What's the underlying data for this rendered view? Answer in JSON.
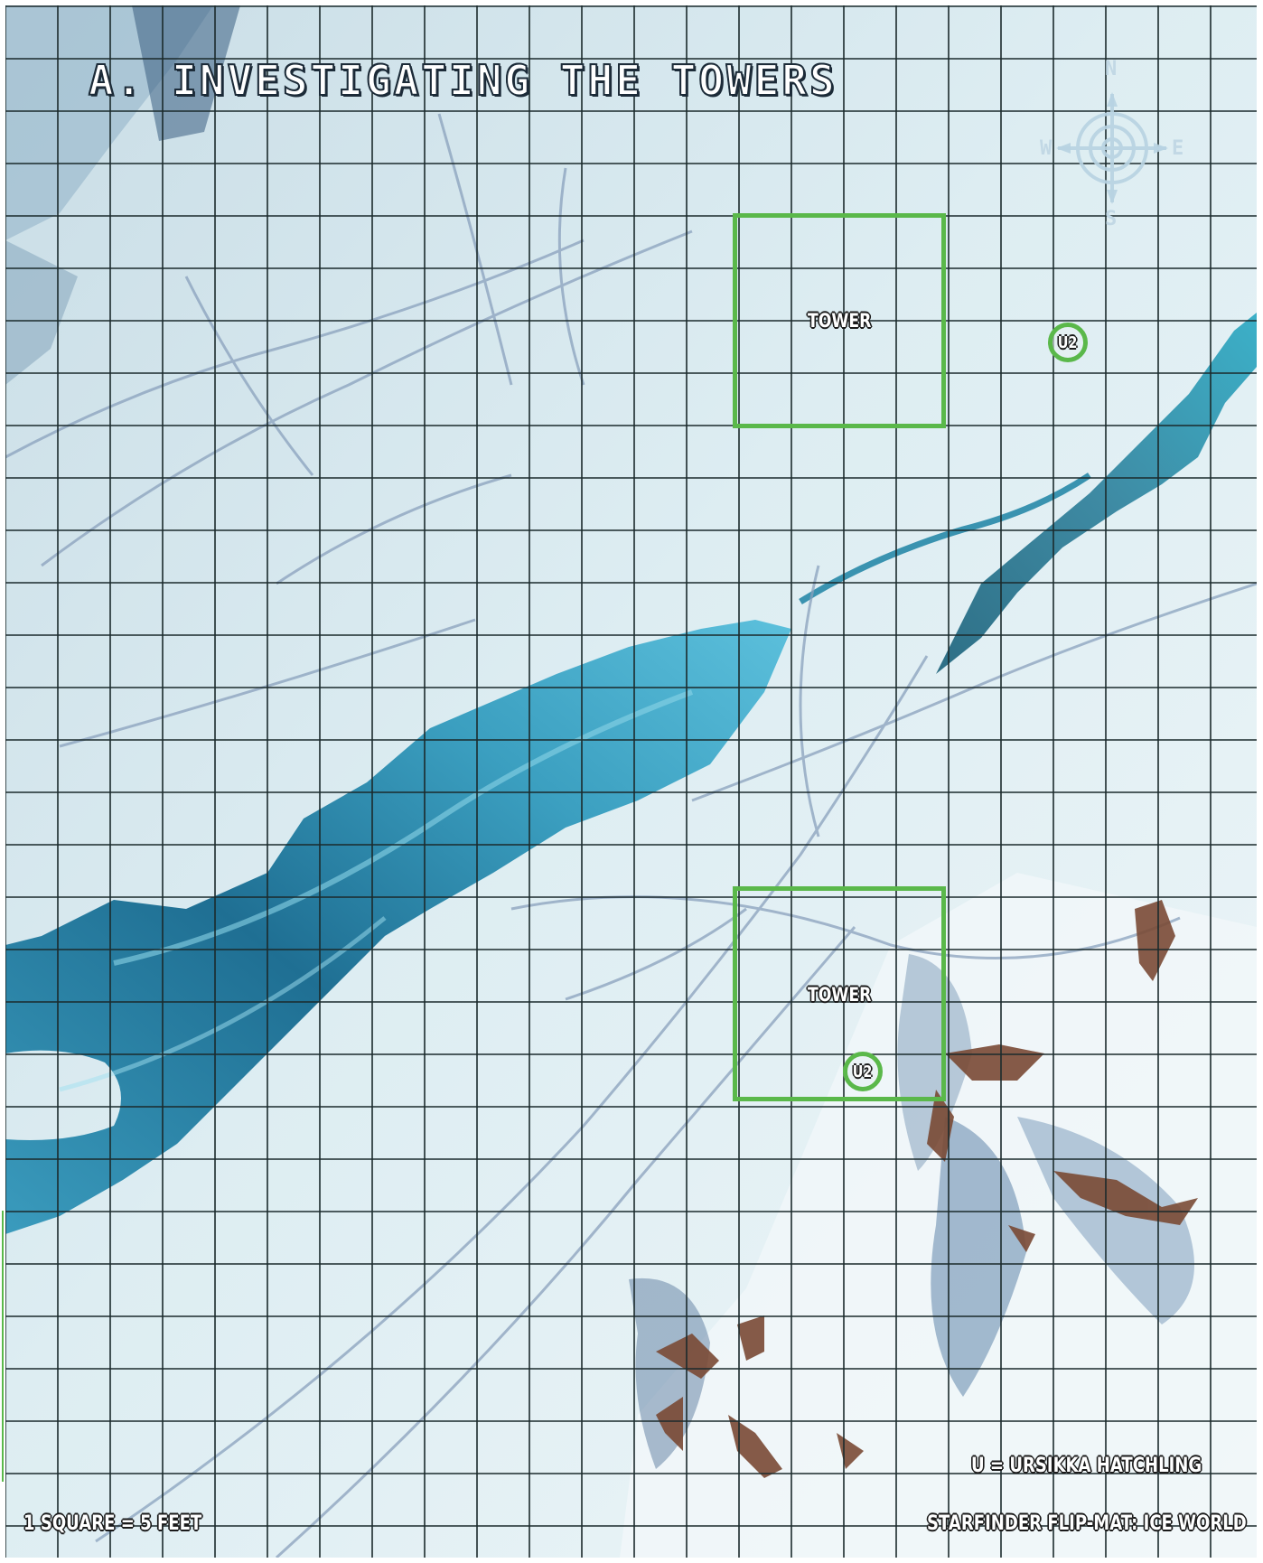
{
  "map": {
    "title": "A. INVESTIGATING THE TOWERS",
    "towers": [
      {
        "label": "TOWER"
      },
      {
        "label": "TOWER"
      }
    ],
    "tokens": [
      {
        "label": "U2"
      },
      {
        "label": "U2"
      }
    ],
    "legend": "U = URSIKKA HATCHLING",
    "scale": "1 SQUARE = 5 FEET",
    "source": "STARFINDER FLIP-MAT: ICE WORLD",
    "compass_letters": {
      "n": "N",
      "e": "E",
      "s": "S",
      "w": "W"
    }
  },
  "colors": {
    "snow": "#dcecf1",
    "ice_water": "#2f8fb0",
    "grid": "#1b2a2c",
    "marker_green": "#5ab84a",
    "rock": "#7a4a35"
  }
}
